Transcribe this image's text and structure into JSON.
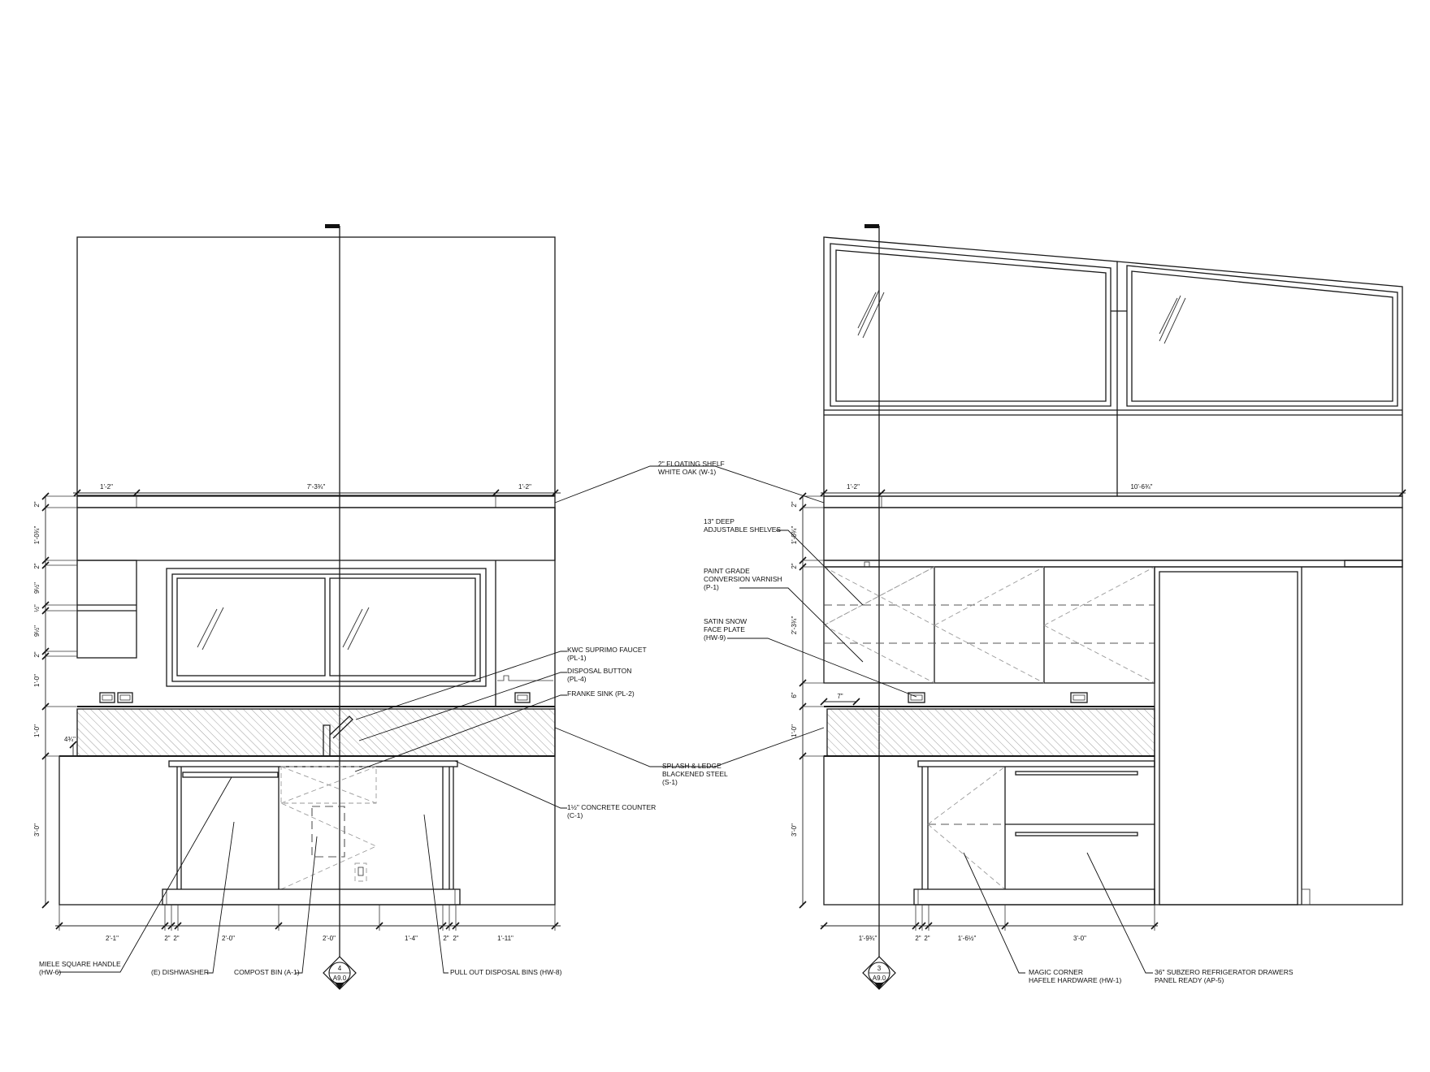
{
  "elevation_left": {
    "tag_number": "4",
    "tag_sheet": "A9.0",
    "dims_top": [
      "1'-2\"",
      "7'-3¾\"",
      "1'-2\""
    ],
    "dims_left": [
      "2\"",
      "1'-0¾\"",
      "2\"",
      "9½\"",
      "½\"",
      "9½\"",
      "2\"",
      "1'-0\"",
      "1'-0\"",
      "4¾\"",
      "3'-0\""
    ],
    "dims_bottom": [
      "2'-1\"",
      "2\"",
      "2\"",
      "2'-0\"",
      "2'-0\"",
      "1'-4\"",
      "2\"",
      "2\"",
      "1'-11\""
    ]
  },
  "elevation_right": {
    "tag_number": "3",
    "tag_sheet": "A9.0",
    "dims_top": [
      "1'-2\"",
      "10'-6¾\""
    ],
    "dims_left": [
      "2\"",
      "1'-0¾\"",
      "2\"",
      "2'-3¾\"",
      "6\"",
      "1'-0\"",
      "3'-0\""
    ],
    "dim_seven": "7\"",
    "dims_bottom": [
      "1'-9¾\"",
      "2\"",
      "2\"",
      "1'-6½\"",
      "3'-0\""
    ]
  },
  "notes": {
    "floating_shelf": [
      "2\" FLOATING SHELF",
      "WHITE OAK (W-1)"
    ],
    "adjustable_shelves": [
      "13\" DEEP",
      "ADJUSTABLE SHELVES"
    ],
    "paint_grade": [
      "PAINT GRADE",
      "CONVERSION VARNISH",
      "(P-1)"
    ],
    "satin_snow": [
      "SATIN SNOW",
      "FACE PLATE",
      "(HW-9)"
    ],
    "faucet": [
      "KWC SUPRIMO FAUCET",
      "(PL-1)"
    ],
    "disposal_button": [
      "DISPOSAL BUTTON",
      "(PL-4)"
    ],
    "sink": [
      "FRANKE SINK (PL-2)"
    ],
    "splash": [
      "SPLASH & LEDGE",
      "BLACKENED STEEL",
      "(S-1)"
    ],
    "counter": [
      "1½\" CONCRETE COUNTER",
      "(C-1)"
    ],
    "miele": [
      "MIELE SQUARE HANDLE",
      "(HW-6)"
    ],
    "dishwasher": "(E)  DISHWASHER",
    "compost": "COMPOST BIN (A-1)",
    "pullout": "PULL OUT DISPOSAL BINS (HW-8)",
    "magic_corner": [
      "MAGIC CORNER",
      "HAFELE HARDWARE (HW-1)"
    ],
    "subzero": [
      "36\" SUBZERO REFRIGERATOR DRAWERS",
      "PANEL READY (AP-5)"
    ]
  }
}
